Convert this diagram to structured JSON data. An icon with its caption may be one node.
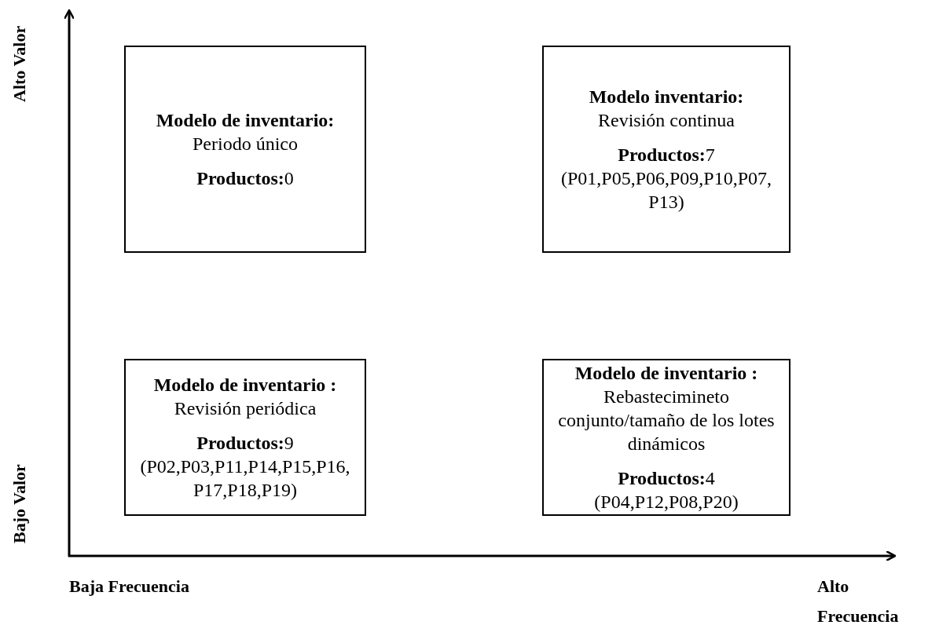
{
  "diagram": {
    "nodes": [
      {
        "text": [
          "Modelo de inventario:",
          "Periodo único",
          "**Productos:**0"
        ]
      },
      {
        "text": [
          "Modelo inventario:",
          "Revisión continua",
          "**Productos:**7 (P01,P05,P06,P09,P10,P07, P13)"
        ]
      },
      {
        "text": [
          "Modelo de inventario :",
          "Revisión periódica",
          "**Productos:**9 (P02,P03,P11,P14,P15,P16, P17,P18,P19)"
        ]
      },
      {
        "text": [
          "Modelo de inventario :",
          "Rebastecimineto conjunto/tamaño de los lotes dinámicos",
          "**Productos:**4 (P04,P12,P08,P20)"
        ]
      }
    ],
    "edges": [],
    "labels": [
      "Alto Valor",
      "Bajo Valor",
      "Baja Frecuencia",
      "Alto Frecuencia"
    ]
  }
}
